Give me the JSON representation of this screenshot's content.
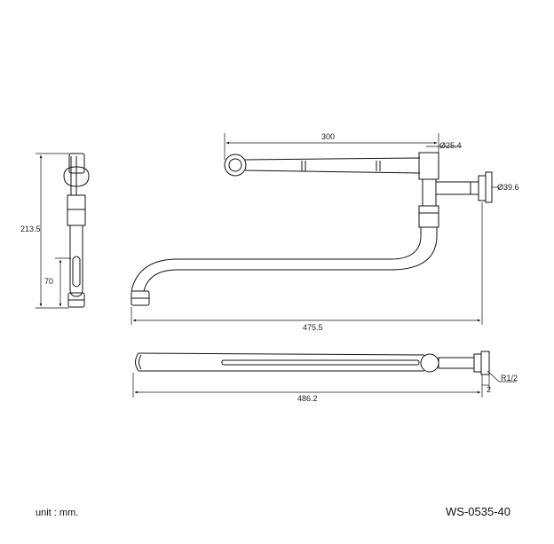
{
  "dimensions": {
    "height_total": "213.5",
    "height_lower": "70",
    "arm_length": "300",
    "arm_diameter": "Ø25.4",
    "flange_diameter": "Ø39.6",
    "spout_reach": "475.5",
    "overall_length": "486.2",
    "thread": "R1/2",
    "thread_offset": "2"
  },
  "footer": {
    "unit": "unit : mm.",
    "model": "WS-0535-40"
  }
}
